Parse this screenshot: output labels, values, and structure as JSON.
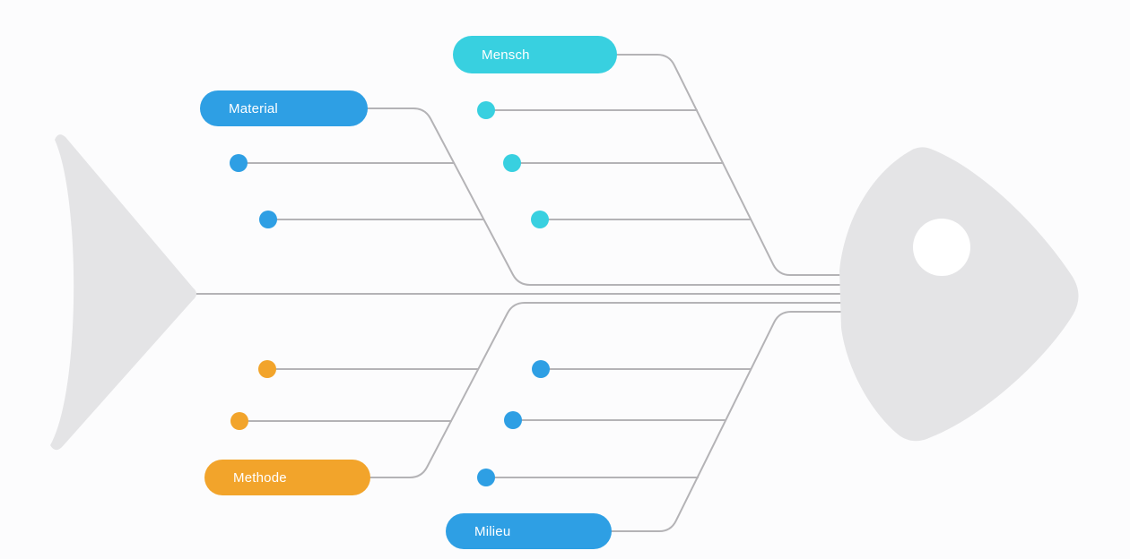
{
  "diagram": {
    "type": "fishbone",
    "background": "#FCFCFD",
    "skeleton_color": "#B4B3B6",
    "fish_body_color": "#E4E4E6",
    "label_text_color": "#FFFFFF",
    "categories": [
      {
        "id": "mensch",
        "label": "Mensch",
        "color": "#38D0E0",
        "position": "top-center",
        "placeholder_causes": 3
      },
      {
        "id": "material",
        "label": "Material",
        "color": "#2E9FE4",
        "position": "top-left",
        "placeholder_causes": 2
      },
      {
        "id": "methode",
        "label": "Methode",
        "color": "#F2A42B",
        "position": "bottom-left",
        "placeholder_causes": 2
      },
      {
        "id": "milieu",
        "label": "Milieu",
        "color": "#2E9FE4",
        "position": "bottom-center",
        "placeholder_causes": 3
      }
    ]
  }
}
